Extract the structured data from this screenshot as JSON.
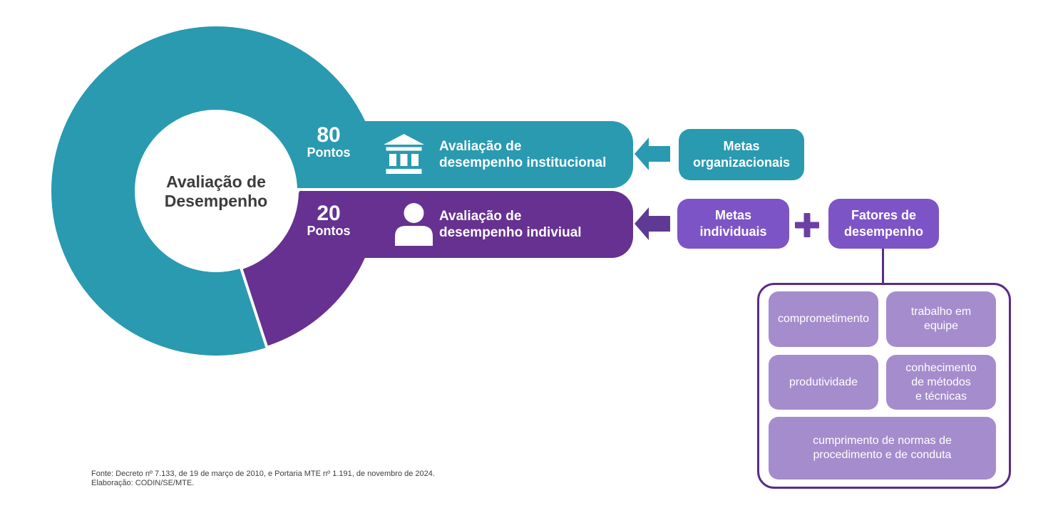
{
  "chart_data": {
    "type": "pie",
    "title": "Avaliação de Desempenho",
    "categories": [
      "Avaliação de desempenho institucional",
      "Avaliação de desempenho indiviual"
    ],
    "values": [
      80,
      20
    ],
    "units": "Pontos",
    "colors": [
      "#299AB0",
      "#663190"
    ],
    "donut_hole": true
  },
  "donut": {
    "center_line1": "Avaliação de",
    "center_line2": "Desempenho"
  },
  "rows": [
    {
      "points": "80",
      "points_label": "Pontos",
      "icon": "institution-icon",
      "title_line1": "Avaliação de",
      "title_line2": "desempenho institucional",
      "source_box": {
        "line1": "Metas",
        "line2": "organizacionais"
      }
    },
    {
      "points": "20",
      "points_label": "Pontos",
      "icon": "person-icon",
      "title_line1": "Avaliação de",
      "title_line2": "desempenho indiviual",
      "source_box": {
        "line1": "Metas",
        "line2": "individuais"
      },
      "plus": "+",
      "factors_box": {
        "line1": "Fatores de",
        "line2": "desempenho"
      }
    }
  ],
  "factors": {
    "items": [
      {
        "lines": [
          "comprometimento"
        ]
      },
      {
        "lines": [
          "trabalho em",
          "equipe"
        ]
      },
      {
        "lines": [
          "produtividade"
        ]
      },
      {
        "lines": [
          "conhecimento",
          "de métodos",
          "e técnicas"
        ]
      },
      {
        "lines": [
          "cumprimento de normas de",
          "procedimento e de conduta"
        ]
      }
    ]
  },
  "footer": {
    "line1": "Fonte: Decreto nº 7.133, de 19 de março de 2010, e Portaria MTE nº 1.191, de novembro de 2024.",
    "line2": "Elaboração: CODIN/SE/MTE."
  },
  "colors": {
    "teal": "#299AB0",
    "purple_dark": "#663190",
    "purple_medium": "#7D54C6",
    "purple_light": "#A58CCD",
    "purple_outline": "#5B2C86",
    "arrow_purple": "#5E3A94",
    "plus_purple": "#6C3FA3",
    "text_dark": "#3C3C3C"
  }
}
